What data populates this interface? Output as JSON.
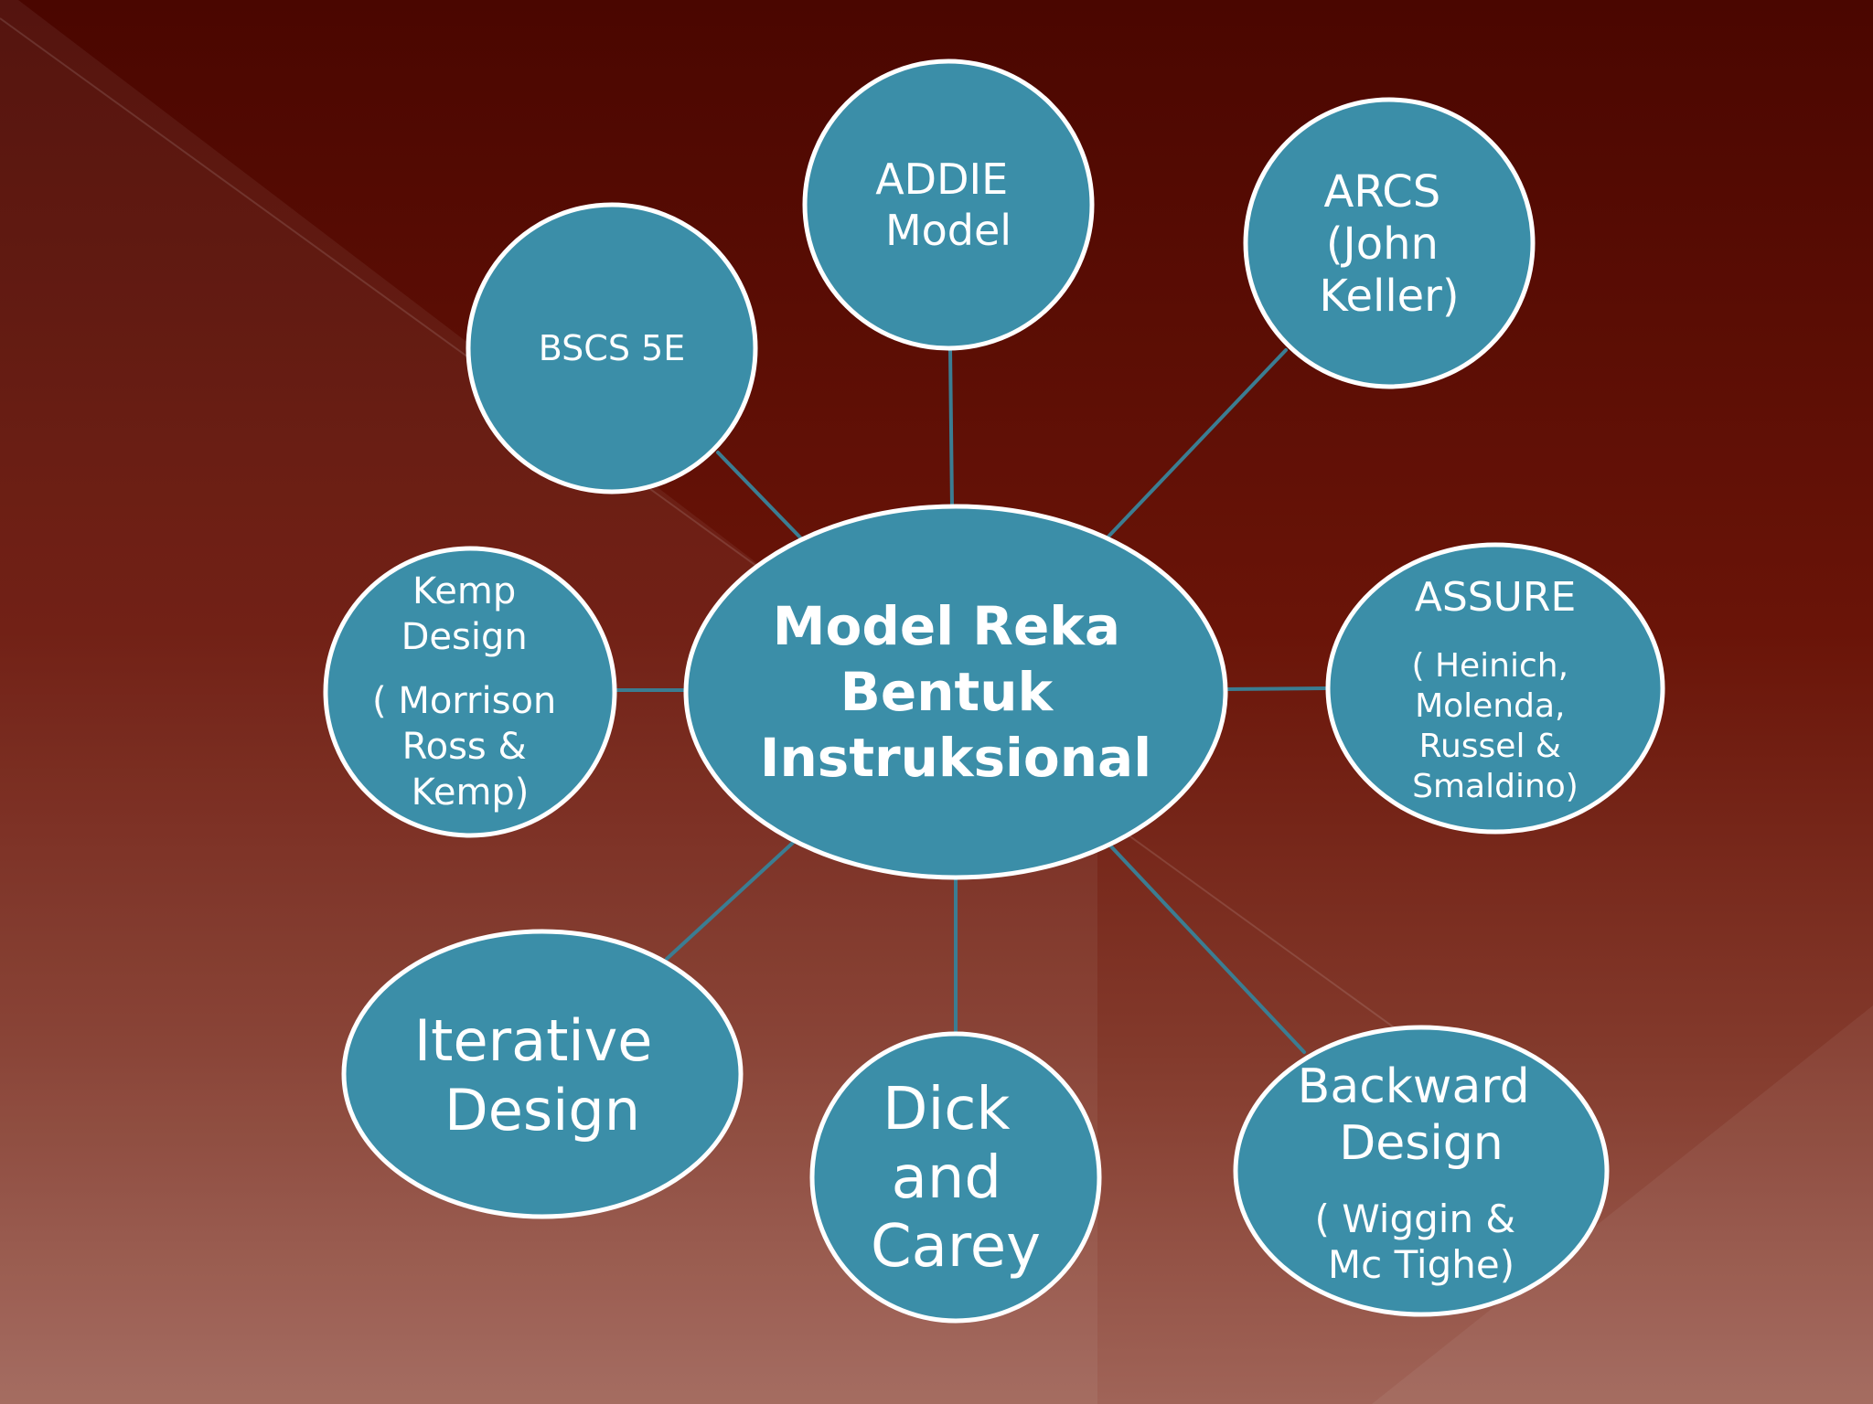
{
  "colors": {
    "node_fill": "#3b8ea8",
    "node_stroke": "#ffffff",
    "connector": "#3b7d92",
    "bg_top": "#4e0800",
    "bg_bottom": "#9b5d52"
  },
  "center": {
    "lines": [
      "Model Reka",
      "Bentuk",
      "Instruksional"
    ]
  },
  "nodes": {
    "addie": {
      "lines": [
        "ADDIE",
        "Model"
      ]
    },
    "arcs": {
      "lines": [
        "ARCS",
        "(John",
        "Keller)"
      ]
    },
    "bscs": {
      "lines": [
        "BSCS 5E"
      ]
    },
    "kemp": {
      "lines": [
        "Kemp",
        "Design",
        "( Morrison",
        "Ross &",
        "Kemp)"
      ]
    },
    "assure": {
      "lines": [
        "ASSURE",
        "( Heinich,",
        "Molenda,",
        "Russel &",
        "Smaldino)"
      ]
    },
    "iterative": {
      "lines": [
        "Iterative",
        "Design"
      ]
    },
    "dick_carey": {
      "lines": [
        "Dick",
        "and",
        "Carey"
      ]
    },
    "backward": {
      "lines": [
        "Backward",
        "Design",
        "( Wiggin &",
        "Mc Tighe)"
      ]
    }
  }
}
